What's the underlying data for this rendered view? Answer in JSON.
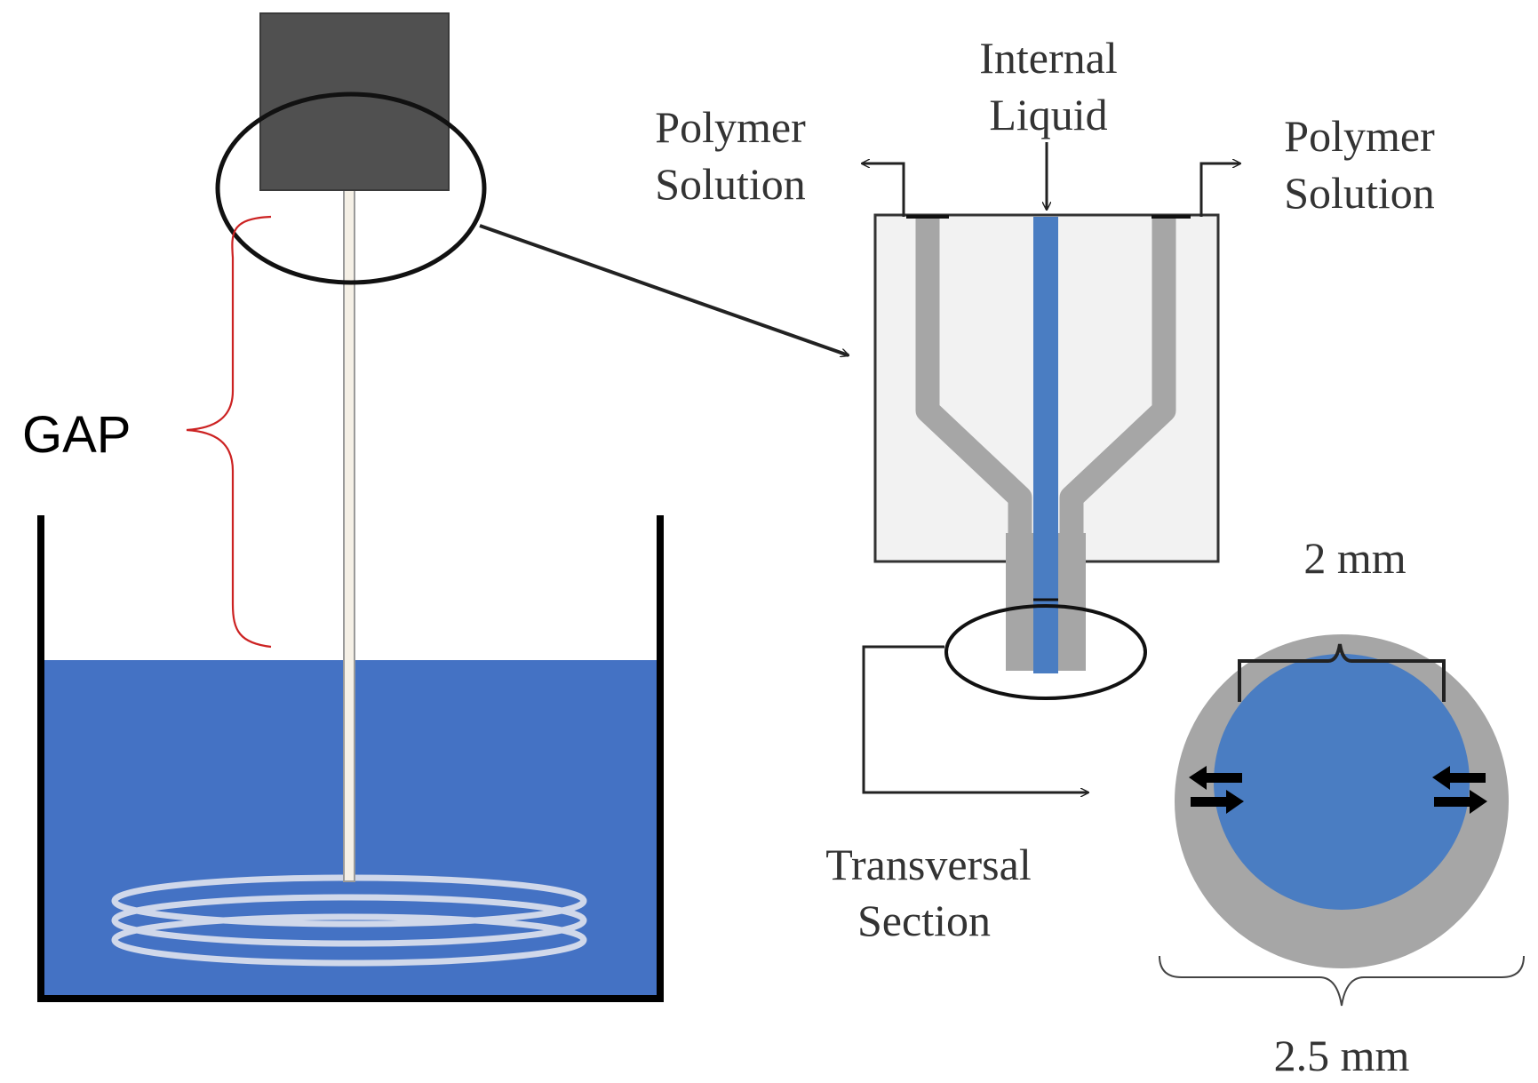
{
  "labels": {
    "gap": "GAP",
    "internal_liquid_line1": "Internal",
    "internal_liquid_line2": "Liquid",
    "polymer_left_line1": "Polymer",
    "polymer_left_line2": "Solution",
    "polymer_right_line1": "Polymer",
    "polymer_right_line2": "Solution",
    "transversal_line1": "Transversal",
    "transversal_line2": "Section",
    "inner_diameter": "2 mm",
    "outer_diameter": "2.5 mm"
  },
  "colors": {
    "bath_water": "#4472c4",
    "spinneret_block": "#505050",
    "die_body": "#f2f2f2",
    "polymer_channel": "#a6a6a6",
    "internal_liquid": "#4a7dc2",
    "gap_brace": "#cc2222",
    "fiber": "#f5f0e6"
  }
}
